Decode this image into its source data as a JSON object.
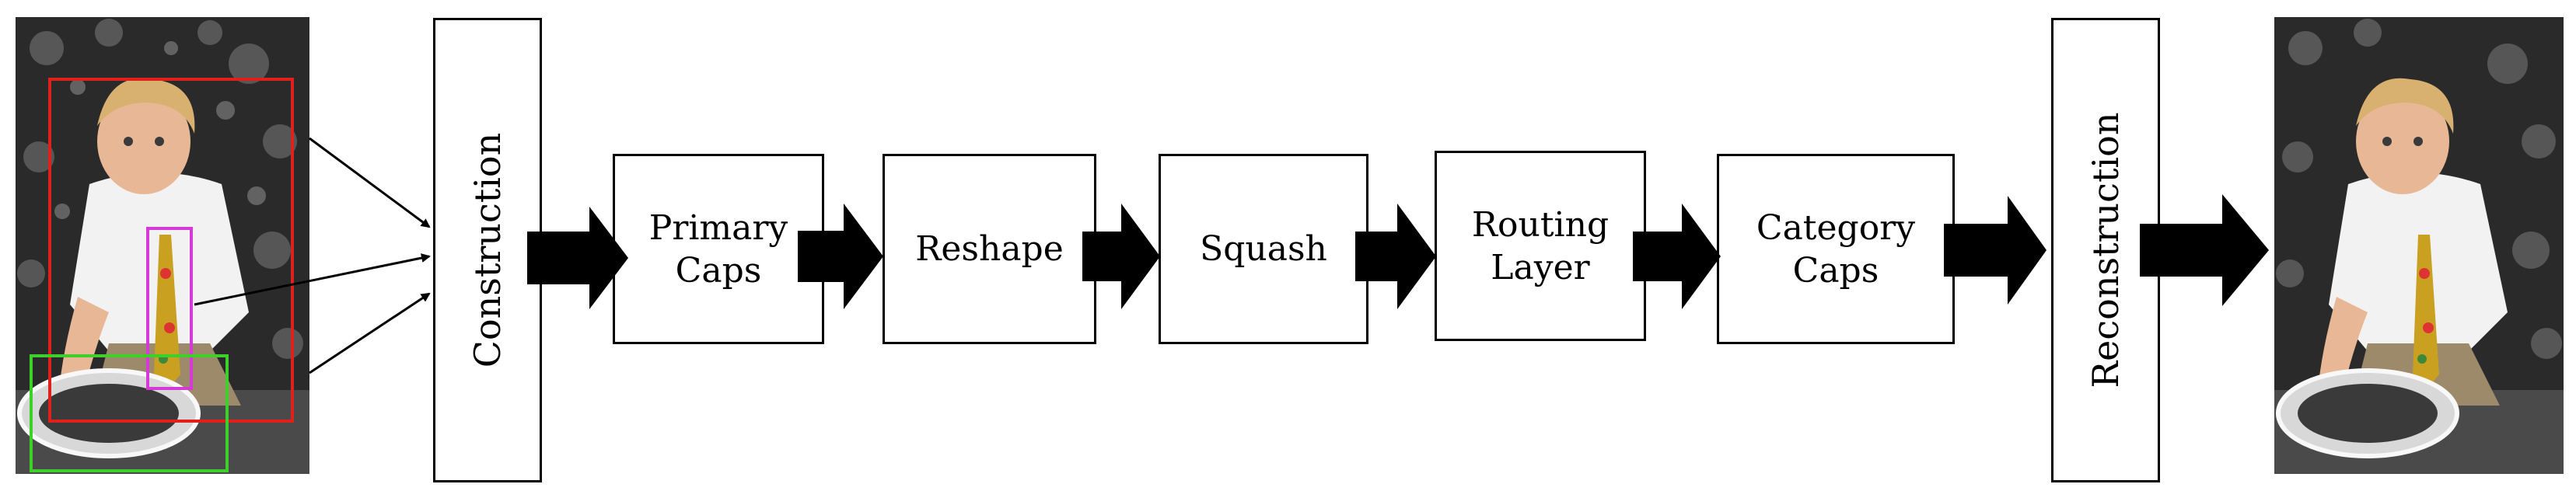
{
  "pipeline": {
    "construction_label": "Construction",
    "primary_caps": [
      "Primary",
      "Caps"
    ],
    "reshape_label": "Reshape",
    "squash_label": "Squash",
    "routing_layer": [
      "Routing",
      "Layer"
    ],
    "category_caps": [
      "Category",
      "Caps"
    ],
    "reconstruction_label": "Reconstruction"
  },
  "colors": {
    "stroke": "#000000",
    "box_red": "#e0201a",
    "box_magenta": "#d63ad6",
    "box_green": "#3ecf2a"
  }
}
